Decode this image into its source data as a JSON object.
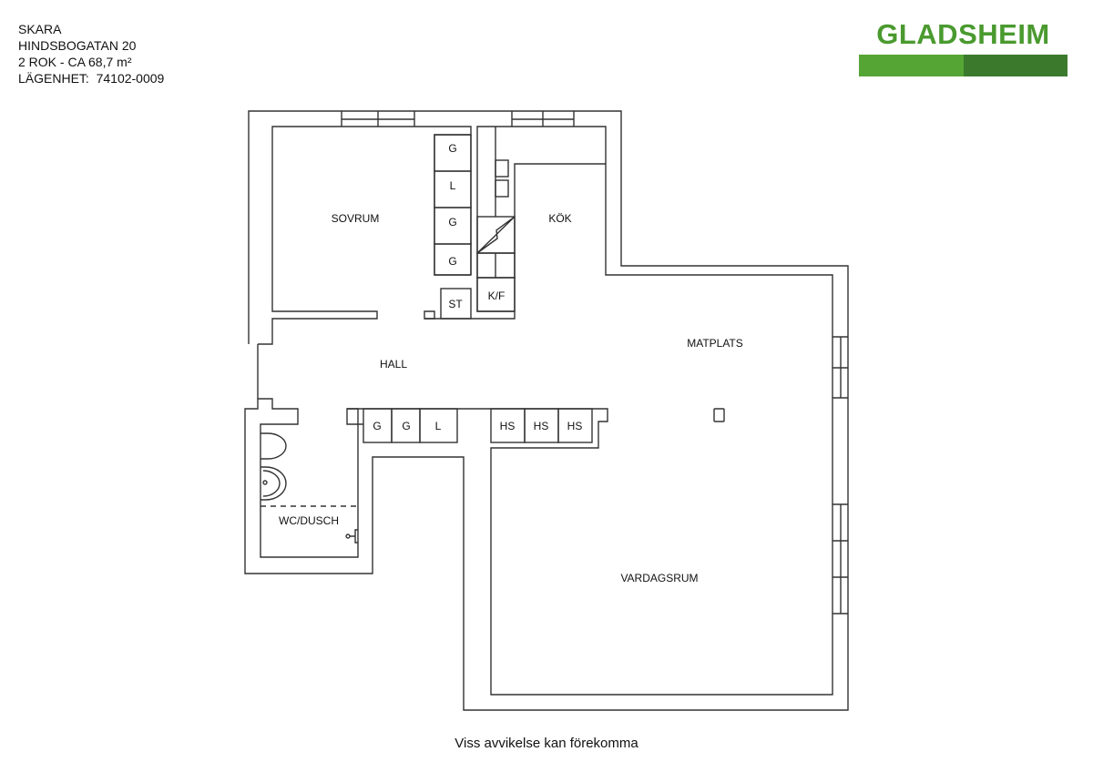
{
  "header": {
    "city": "SKARA",
    "address": "HINDSBOGATAN 20",
    "size": "2 ROK - CA 68,7 m²",
    "apartment": "LÄGENHET:  74102-0009"
  },
  "logo": {
    "text": "GLADSHEIM",
    "color_light": "#55a535",
    "color_dark": "#3b7a2c",
    "text_color": "#4a9a2f"
  },
  "rooms": {
    "bedroom": "SOVRUM",
    "kitchen": "KÖK",
    "hall": "HALL",
    "dining": "MATPLATS",
    "living": "VARDAGSRUM",
    "bathroom": "WC/DUSCH"
  },
  "fixtures": {
    "bedroom_closets": [
      "G",
      "L",
      "G",
      "G"
    ],
    "storage": "ST",
    "fridge_freezer": "K/F",
    "hall_closets": [
      "G",
      "G",
      "L"
    ],
    "hat_shelves": [
      "HS",
      "HS",
      "HS"
    ]
  },
  "footer": "Viss avvikelse kan förekomma"
}
